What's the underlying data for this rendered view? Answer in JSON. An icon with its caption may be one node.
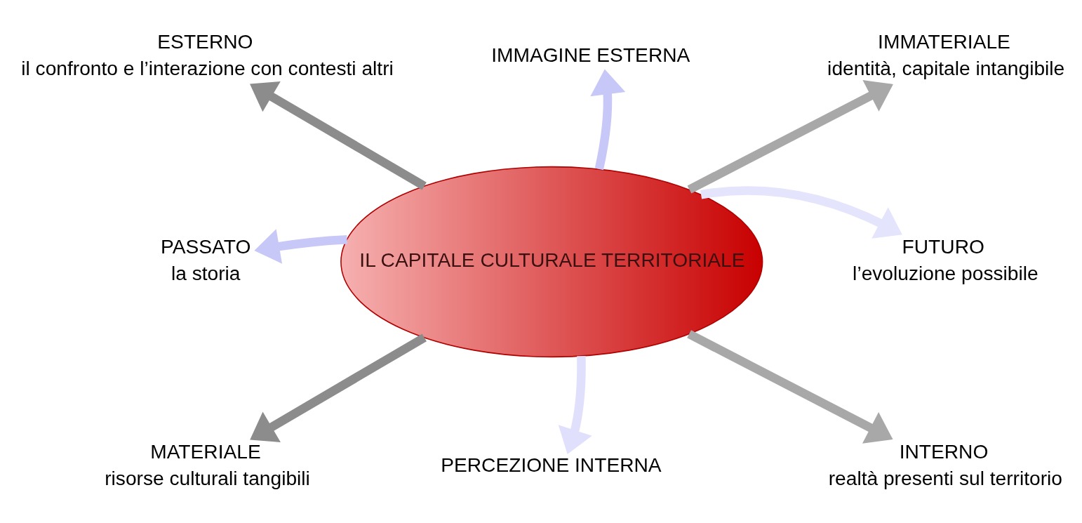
{
  "diagram": {
    "nodes": [
      {
        "text": [
          "ESTERNO",
          "il confronto e l’interazione con contesti altri"
        ]
      },
      {
        "text": [
          "IMMAGINE ESTERNA"
        ]
      },
      {
        "text": [
          "IMMATERIALE",
          "identità, capitale intangibile"
        ]
      },
      {
        "text": [
          "PASSATO",
          "la storia"
        ]
      },
      {
        "text": [
          "IL CAPITALE CULTURALE TERRITORIALE"
        ]
      },
      {
        "text": [
          "FUTURO",
          "l’evoluzione possibile"
        ]
      },
      {
        "text": [
          "MATERIALE",
          "risorse culturali tangibili"
        ]
      },
      {
        "text": [
          "PERCEZIONE INTERNA"
        ]
      },
      {
        "text": [
          "INTERNO",
          "realtà presenti sul territorio"
        ]
      }
    ],
    "edges": [
      {
        "from": 4,
        "to": 0,
        "arrow": "to",
        "color": "#8c8c8c"
      },
      {
        "from": 4,
        "to": 1,
        "arrow": "to",
        "color": "#c8c8f8"
      },
      {
        "from": 4,
        "to": 2,
        "arrow": "to",
        "color": "#a8a8a8"
      },
      {
        "from": 4,
        "to": 3,
        "arrow": "to",
        "color": "#c8c8f8"
      },
      {
        "from": 4,
        "to": 5,
        "arrow": "to",
        "color": "#e4e4fc"
      },
      {
        "from": 4,
        "to": 6,
        "arrow": "to",
        "color": "#8c8c8c"
      },
      {
        "from": 4,
        "to": 7,
        "arrow": "to",
        "color": "#e0e0fc"
      },
      {
        "from": 4,
        "to": 8,
        "arrow": "to",
        "color": "#a8a8a8"
      }
    ]
  }
}
